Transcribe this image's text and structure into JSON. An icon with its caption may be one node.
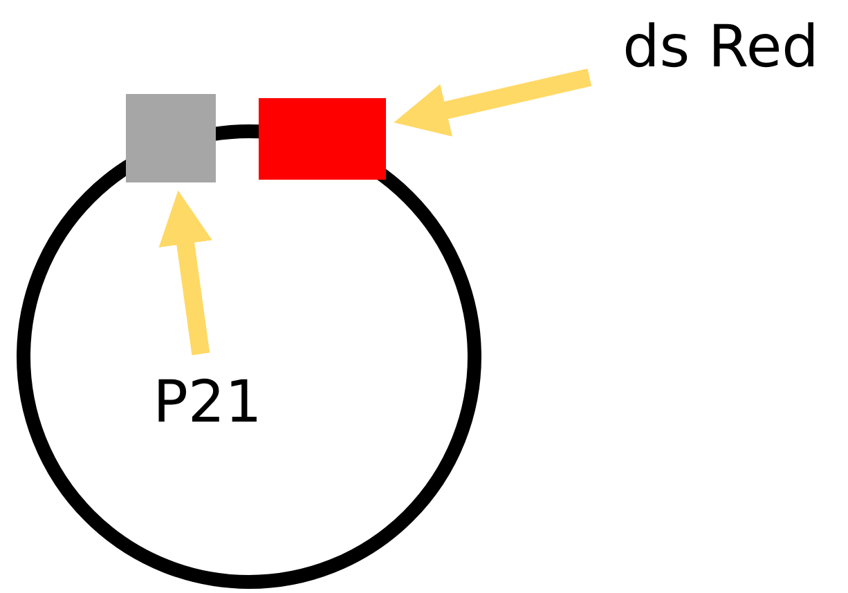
{
  "diagram": {
    "nodes": [
      {
        "text": [],
        "shape": "box"
      },
      {
        "text": [],
        "shape": "box"
      },
      {
        "text": [
          "ds Red"
        ]
      },
      {
        "text": [
          "P21"
        ]
      }
    ],
    "edges": [
      {
        "from": 2,
        "to": 1,
        "arrow": "to"
      },
      {
        "from": 3,
        "to": 0,
        "arrow": "to"
      }
    ]
  }
}
